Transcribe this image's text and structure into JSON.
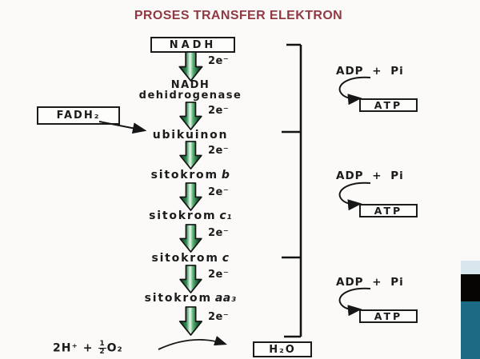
{
  "title": "PROSES TRANSFER ELEKTRON",
  "chain": {
    "nadh_box": "NADH",
    "e_label": "2e⁻",
    "complex1": {
      "line1": "NADH",
      "line2": "dehidrogenase"
    },
    "ubiquinone": "ubikuinon",
    "cytochromes": [
      {
        "word": "sitokrom",
        "em": "b"
      },
      {
        "word": "sitokrom",
        "em": "c₁"
      },
      {
        "word": "sitokrom",
        "em": "c"
      },
      {
        "word": "sitokrom",
        "em": "aa₃"
      }
    ],
    "fadh2_box": "FADH₂",
    "reactant_prefix": "2H⁺ + ",
    "frac_num": "1",
    "frac_den": "2",
    "reactant_suffix": "O₂",
    "water_box": "H₂O"
  },
  "phosphorylation": {
    "adp_label": "ADP + Pi",
    "atp_label": "ATP"
  },
  "colors": {
    "title": "#913a43",
    "ink": "#1b1b1b",
    "arrow_green_dark": "#0c3b20",
    "arrow_green_mid": "#2e8e52",
    "arrow_green_light": "#eef9ee",
    "stripe_lightblue": "#d8e7ee",
    "stripe_black": "#070404",
    "stripe_teal": "#1d6a84"
  }
}
